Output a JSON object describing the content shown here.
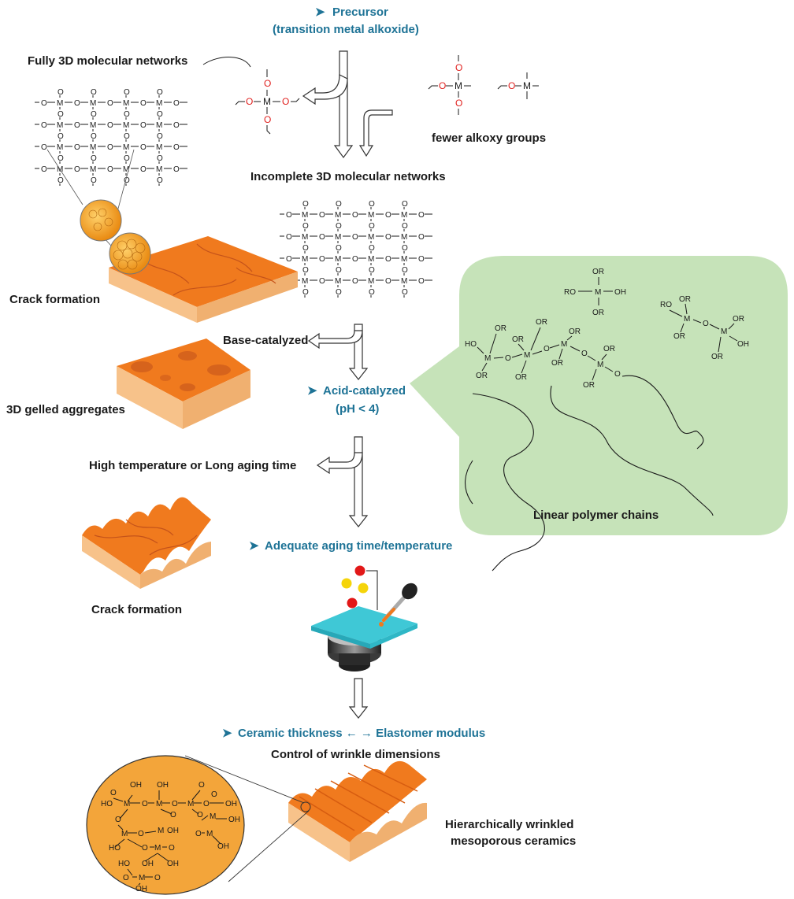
{
  "labels": {
    "precursor": "Precursor",
    "precursor_sub": "(transition metal alkoxide)",
    "fully_3d": "Fully 3D molecular networks",
    "fewer_alkoxy": "fewer alkoxy groups",
    "incomplete_3d": "Incomplete 3D molecular networks",
    "crack_formation_top": "Crack formation",
    "base_catalyzed": "Base-catalyzed",
    "gelled_aggregates": "3D gelled aggregates",
    "acid_catalyzed": "Acid-catalyzed",
    "acid_ph": "(pH < 4)",
    "high_temp": "High temperature or Long aging time",
    "linear_chains": "Linear polymer chains",
    "adequate_aging": "Adequate aging time/temperature",
    "crack_formation_bottom": "Crack formation",
    "ceramic_elastomer": "Ceramic thickness ← → Elastomer modulus",
    "control_wrinkle": "Control of wrinkle dimensions",
    "hierarchical_line1": "Hierarchically wrinkled",
    "hierarchical_line2": "mesoporous ceramics"
  },
  "chem": {
    "metal": "M",
    "oxygen": "O",
    "or": "OR",
    "oh": "OH",
    "ro": "RO",
    "ho": "HO"
  },
  "icons": {
    "bullet": "➤"
  },
  "colors": {
    "teal_text": "#1e7396",
    "green_panel": "#c6e3b9",
    "orange_film": "#f07a1e",
    "substrate": "#f9d3a0",
    "oxygen_red": "#e0201e",
    "dish_cyan": "#3fc8d6",
    "particle_yellow": "#f5d40a",
    "particle_red": "#e21818"
  }
}
